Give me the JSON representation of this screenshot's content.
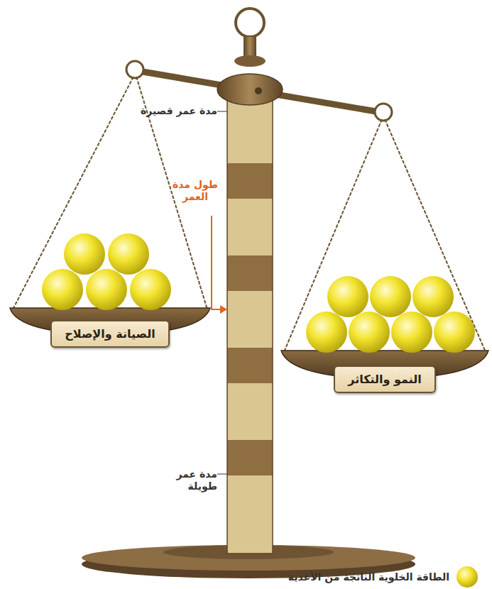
{
  "diagram": {
    "nodes": [
      {
        "text": [
          "الصيانة والإصلاح"
        ]
      },
      {
        "text": [
          "النمو والتكاثر"
        ]
      }
    ],
    "labels": [
      "مدة عمر قصيرة",
      "طول مدة العمر",
      "مدة عمر طويلة"
    ],
    "legend": [
      {
        "text": "الطاقة الخلوية الناتجة من الأغذية"
      }
    ]
  }
}
